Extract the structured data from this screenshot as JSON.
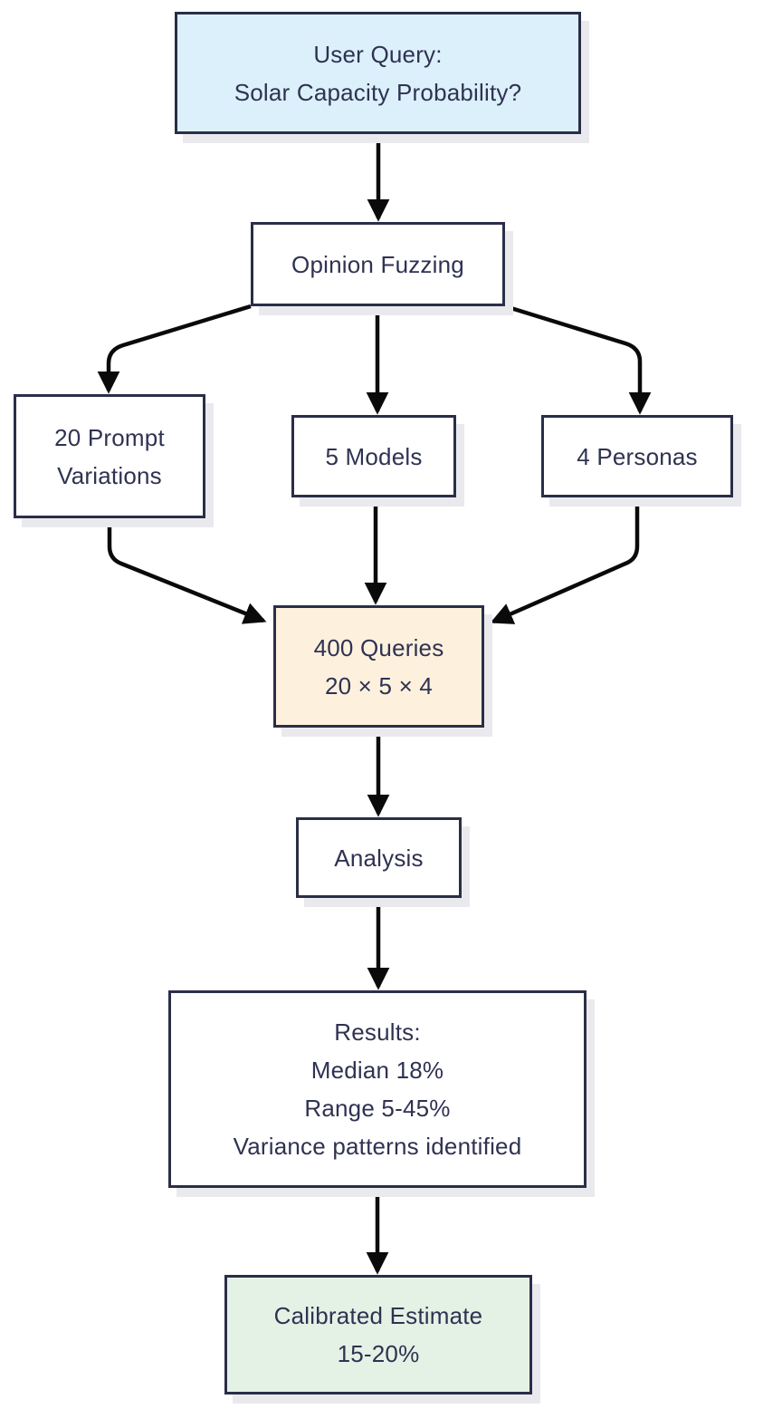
{
  "diagram": {
    "type": "flowchart",
    "direction": "top-down",
    "colors": {
      "node_border": "#2b2e48",
      "node_text": "#2f3252",
      "arrow": "#0a0a0a",
      "shadow": "#eaeaee",
      "background": "#ffffff",
      "fill_query_blue": "#dcf0fb",
      "fill_process_white": "#ffffff",
      "fill_queries_peach": "#fdf1de",
      "fill_estimate_green": "#e4f1e5"
    },
    "nodes": {
      "user_query": {
        "lines": [
          "User Query:",
          "Solar Capacity Probability?"
        ],
        "fill": "#dcf0fb"
      },
      "opinion_fuzzing": {
        "lines": [
          "Opinion Fuzzing"
        ],
        "fill": "#ffffff"
      },
      "prompt_variations": {
        "lines": [
          "20 Prompt",
          "Variations"
        ],
        "fill": "#ffffff"
      },
      "models": {
        "lines": [
          "5 Models"
        ],
        "fill": "#ffffff"
      },
      "personas": {
        "lines": [
          "4 Personas"
        ],
        "fill": "#ffffff"
      },
      "queries": {
        "lines": [
          "400 Queries",
          "20 × 5 × 4"
        ],
        "fill": "#fdf1de"
      },
      "analysis": {
        "lines": [
          "Analysis"
        ],
        "fill": "#ffffff"
      },
      "results": {
        "lines": [
          "Results:",
          "Median 18%",
          "Range 5-45%",
          "Variance patterns identified"
        ],
        "fill": "#ffffff"
      },
      "calibrated": {
        "lines": [
          "Calibrated Estimate",
          "15-20%"
        ],
        "fill": "#e4f1e5"
      }
    },
    "edges": [
      {
        "from": "user_query",
        "to": "opinion_fuzzing"
      },
      {
        "from": "opinion_fuzzing",
        "to": "prompt_variations"
      },
      {
        "from": "opinion_fuzzing",
        "to": "models"
      },
      {
        "from": "opinion_fuzzing",
        "to": "personas"
      },
      {
        "from": "prompt_variations",
        "to": "queries"
      },
      {
        "from": "models",
        "to": "queries"
      },
      {
        "from": "personas",
        "to": "queries"
      },
      {
        "from": "queries",
        "to": "analysis"
      },
      {
        "from": "analysis",
        "to": "results"
      },
      {
        "from": "results",
        "to": "calibrated"
      }
    ]
  }
}
